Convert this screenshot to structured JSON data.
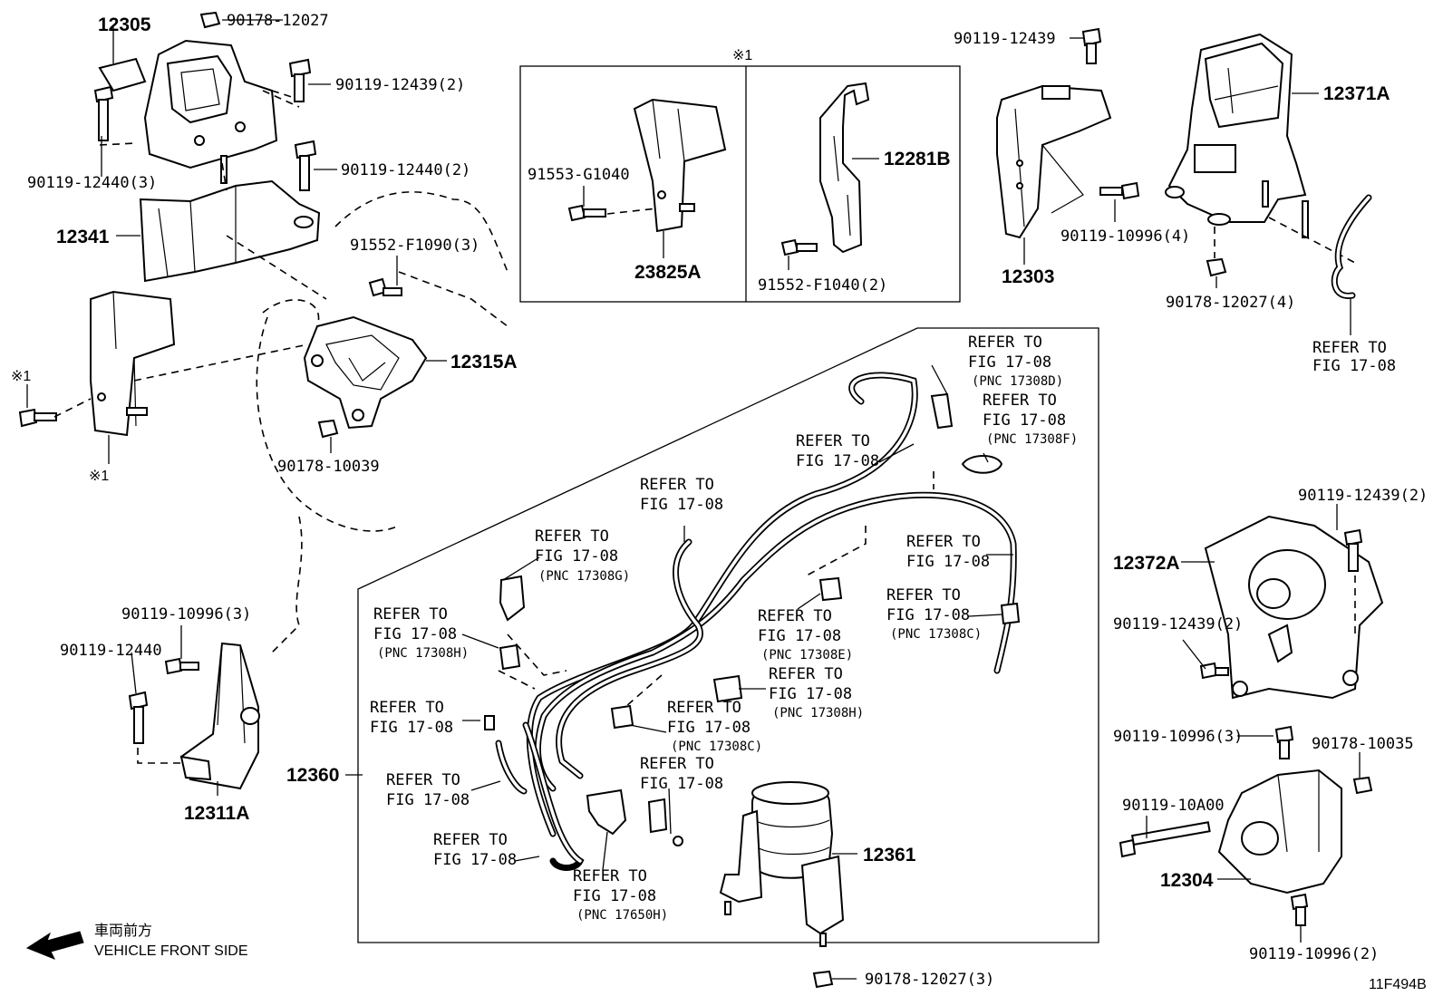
{
  "labels": {
    "p12305": "12305",
    "p90178_12027_top": "90178-12027",
    "p90119_12439_2a": "90119-12439(2)",
    "p90119_12440_2": "90119-12440(2)",
    "p90119_12440_3": "90119-12440(3)",
    "p12341": "12341",
    "p91552_F1090_3": "91552-F1090(3)",
    "p12315A": "12315A",
    "p90178_10039": "90178-10039",
    "ref1_top": "※1",
    "ref1_left": "※1",
    "ref1_bottom": "※1",
    "p91553_G1040": "91553-G1040",
    "p23825A": "23825A",
    "p12281B": "12281B",
    "p91552_F1040_2": "91552-F1040(2)",
    "p90119_12439_top": "90119-12439",
    "p12303": "12303",
    "p90119_10996_4": "90119-10996(4)",
    "p12371A": "12371A",
    "p90178_12027_4": "90178-12027(4)",
    "p90119_10996_3a": "90119-10996(3)",
    "p90119_12440": "90119-12440",
    "p12311A": "12311A",
    "p12360": "12360",
    "p12361": "12361",
    "p90178_12027_3": "90178-12027(3)",
    "p90119_12439_2b": "90119-12439(2)",
    "p12372A": "12372A",
    "p90119_12439_2c": "90119-12439(2)",
    "p90119_10996_3b": "90119-10996(3)",
    "p90178_10035": "90178-10035",
    "p90119_10A00": "90119-10A00",
    "p12304": "12304",
    "p90119_10996_2": "90119-10996(2)",
    "diagram_code": "11F494B",
    "front_jp": "車両前方",
    "front_en": "VEHICLE FRONT SIDE"
  },
  "refer": {
    "line1": "REFER TO",
    "line2": "FIG 17-08"
  },
  "pnc": {
    "d": "(PNC 17308D)",
    "f": "(PNC 17308F)",
    "g": "(PNC 17308G)",
    "h1": "(PNC 17308H)",
    "e": "(PNC 17308E)",
    "c1": "(PNC 17308C)",
    "h2": "(PNC 17308H)",
    "c2": "(PNC 17308C)",
    "h650": "(PNC 17650H)"
  }
}
